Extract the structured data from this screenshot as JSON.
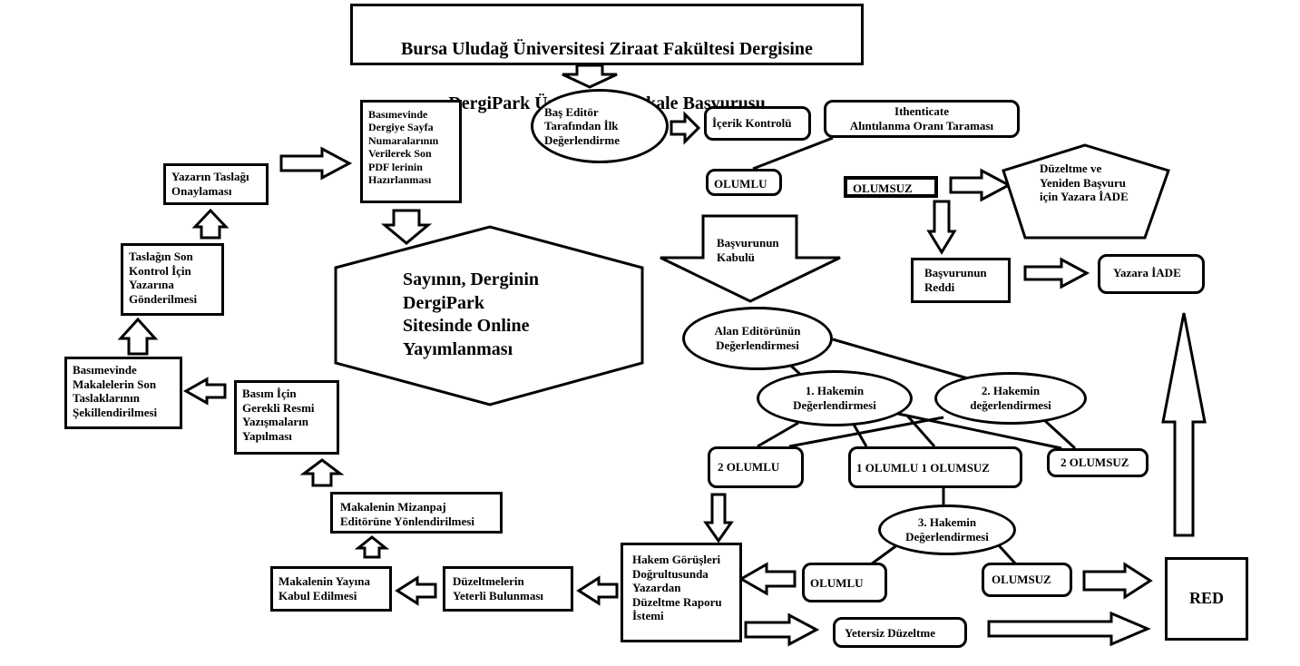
{
  "title": {
    "line1": "Bursa Uludağ Üniversitesi Ziraat Fakültesi Dergisine",
    "line2": "DergiPark Üzerinden Makale Başvurusu"
  },
  "nodes": {
    "bas_editor": "Baş Editör\nTarafından İlk\nDeğerlendirme",
    "icerik_kontrolu": "İçerik Kontrolü",
    "ithenticate": "Ithenticate\nAlıntılanma Oranı  Taraması",
    "olumlu_top": "OLUMLU",
    "olumsuz_top": "OLUMSUZ",
    "duzeltme_iade": "Düzeltme ve\nYeniden Başvuru\niçin Yazara İADE",
    "basvurunun_reddi": "Başvurunun\nReddi",
    "yazara_iade": "Yazara İADE",
    "basvurunun_kabulu": "Başvurunun\nKabulü",
    "alan_editoru": "Alan Editörünün\nDeğerlendirmesi",
    "hakem1": "1. Hakemin\nDeğerlendirmesi",
    "hakem2": "2. Hakemin\ndeğerlendirmesi",
    "iki_olumlu": "2 OLUMLU",
    "bir_olumlu_bir_olumsuz": "1 OLUMLU 1 OLUMSUZ",
    "iki_olumsuz": "2 OLUMSUZ",
    "hakem3": "3. Hakemin\nDeğerlendirmesi",
    "olumlu_bottom": "OLUMLU",
    "olumsuz_bottom": "OLUMSUZ",
    "red": "RED",
    "yetersiz_duzeltme": "Yetersiz Düzeltme",
    "hakem_gorusleri": "Hakem Görüşleri\nDoğrultusunda\nYazardan\nDüzeltme Raporu\nİstemi",
    "duzeltmelerin_yeterli": "Düzeltmelerin\nYeterli Bulunması",
    "makalenin_kabul": "Makalenin Yayına\nKabul Edilmesi",
    "mizanpaj": "Makalenin Mizanpaj\nEditörüne Yönlendirilmesi",
    "basim_icin": "Basım İçin\nGerekli Resmi\nYazışmaların\nYapılması",
    "basimevinde_son": "Basımevinde\nMakalelerin Son\nTaslaklarının\nŞekillendirilmesi",
    "taslagin_son": "Taslağın Son\nKontrol İçin\nYazarına\nGönderilmesi",
    "yazarin_taslagi": "Yazarın Taslağı\nOnaylaması",
    "basimevinde_sayfa": "Basımevinde\nDergiye Sayfa\nNumaralarının\nVerilerek Son\nPDF lerinin\nHazırlanması",
    "sayinin": "Sayının, Derginin\nDergiPark\nSitesinde Online\nYayımlanması"
  }
}
